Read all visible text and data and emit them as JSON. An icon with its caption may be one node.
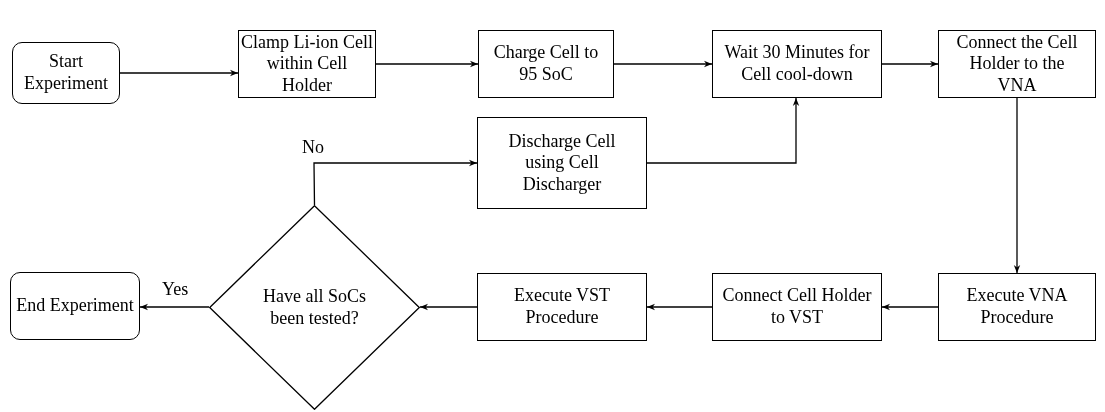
{
  "diagram": {
    "nodes": [
      {
        "text": [
          "Start Experiment"
        ]
      },
      {
        "text": [
          "Clamp Li-ion Cell within Cell Holder"
        ]
      },
      {
        "text": [
          "Charge Cell to 95 SoC"
        ]
      },
      {
        "text": [
          "Wait 30 Minutes for Cell cool-down"
        ]
      },
      {
        "text": [
          "Connect the Cell Holder to the VNA"
        ]
      },
      {
        "text": [
          "Discharge Cell using Cell Discharger"
        ]
      },
      {
        "text": [
          "Have all SoCs been tested?"
        ]
      },
      {
        "text": [
          "End Experiment"
        ]
      },
      {
        "text": [
          "Execute VST Procedure"
        ]
      },
      {
        "text": [
          "Connect Cell Holder to VST"
        ]
      },
      {
        "text": [
          "Execute VNA Procedure"
        ]
      }
    ],
    "edges": [
      {
        "from": 0,
        "to": 1,
        "arrow": "to"
      },
      {
        "from": 1,
        "to": 2,
        "arrow": "to"
      },
      {
        "from": 2,
        "to": 3,
        "arrow": "to"
      },
      {
        "from": 3,
        "to": 4,
        "arrow": "to"
      },
      {
        "from": 4,
        "to": 10,
        "arrow": "to"
      },
      {
        "from": 10,
        "to": 9,
        "arrow": "to"
      },
      {
        "from": 9,
        "to": 8,
        "arrow": "to"
      },
      {
        "from": 8,
        "to": 6,
        "arrow": "to"
      },
      {
        "from": 6,
        "to": 7,
        "label": "Yes",
        "arrow": "to"
      },
      {
        "from": 6,
        "to": 5,
        "label": "No",
        "arrow": "to"
      },
      {
        "from": 5,
        "to": 3,
        "arrow": "to"
      }
    ]
  }
}
